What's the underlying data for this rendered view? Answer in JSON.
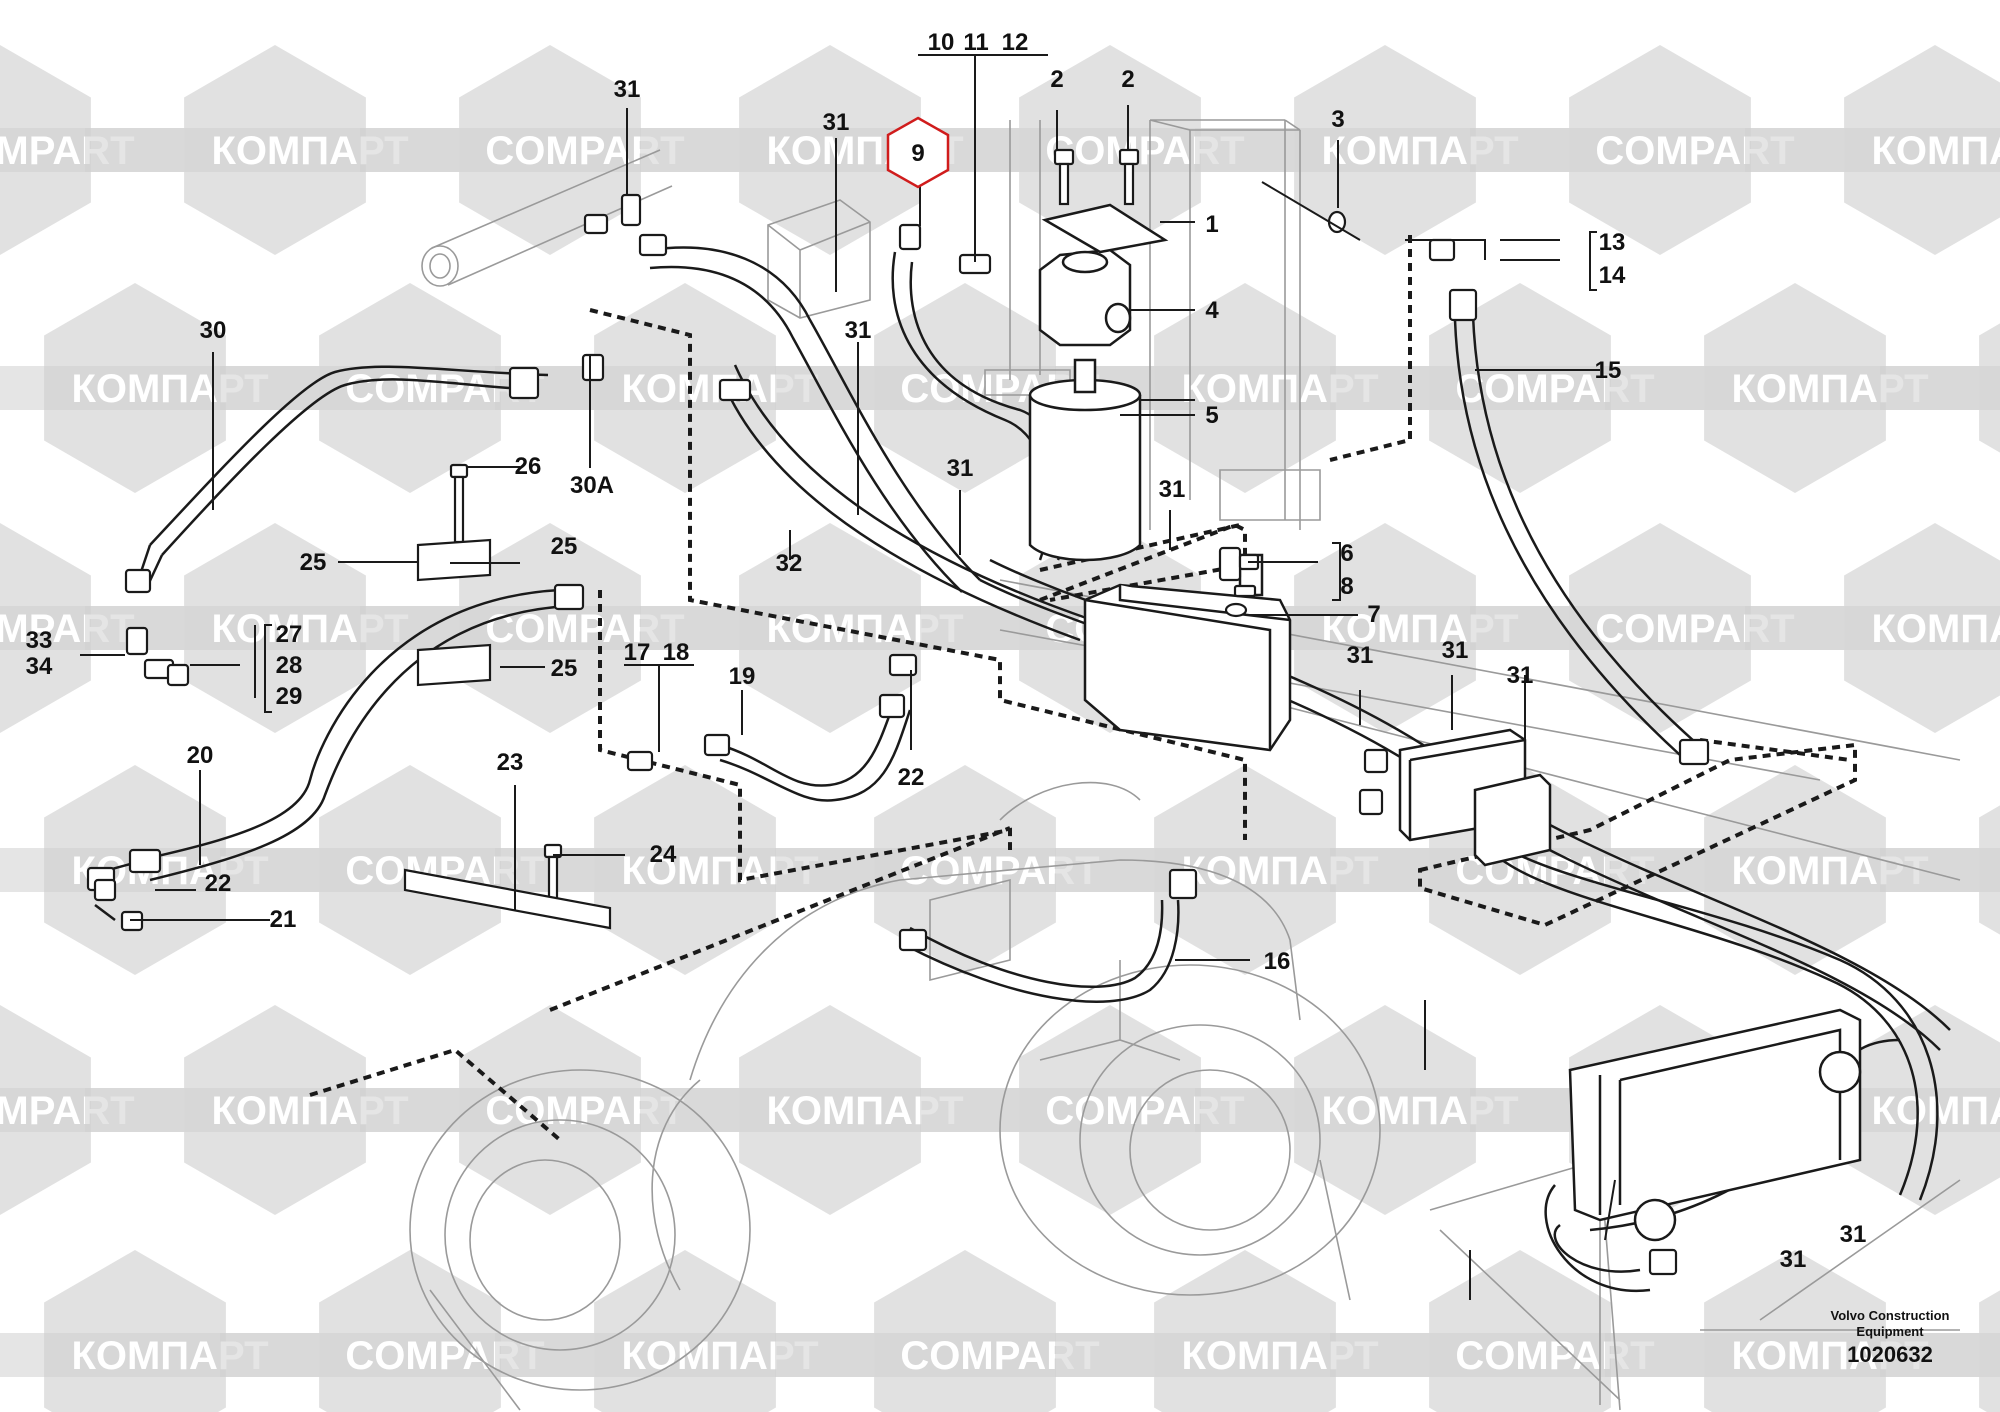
{
  "watermark": {
    "text_a": "COMPART",
    "text_b": "КОМПАРТ",
    "tile_color": "#e1e1e1",
    "band_color": "#cfcfcf"
  },
  "colors": {
    "line": "#1a1a1a",
    "ghost": "#9a9a9a",
    "highlight": "#d01c1c"
  },
  "highlighted_part": "9",
  "labels": [
    "31",
    "31",
    "31",
    "31",
    "31",
    "31",
    "31",
    "31",
    "31",
    "31",
    "10",
    "11",
    "12",
    "9",
    "2",
    "2",
    "3",
    "1",
    "4",
    "5",
    "13",
    "14",
    "15",
    "30",
    "30A",
    "26",
    "25",
    "25",
    "25",
    "25",
    "6",
    "8",
    "7",
    "32",
    "33",
    "34",
    "27",
    "28",
    "29",
    "17",
    "18",
    "19",
    "22",
    "22",
    "20",
    "23",
    "24",
    "21",
    "16"
  ],
  "footer": {
    "line1": "Volvo Construction",
    "line2": "Equipment",
    "number": "1020632"
  }
}
